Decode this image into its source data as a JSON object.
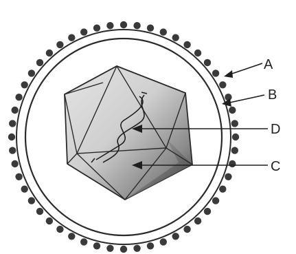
{
  "labels": {
    "a": "A",
    "b": "B",
    "c": "C",
    "d": "D"
  },
  "colors": {
    "stroke": "#2a2a2a",
    "knob": "#3a3a3a",
    "capsid_light": "#e2e2e2",
    "capsid_dark": "#3d3d3d",
    "background": "#ffffff"
  }
}
